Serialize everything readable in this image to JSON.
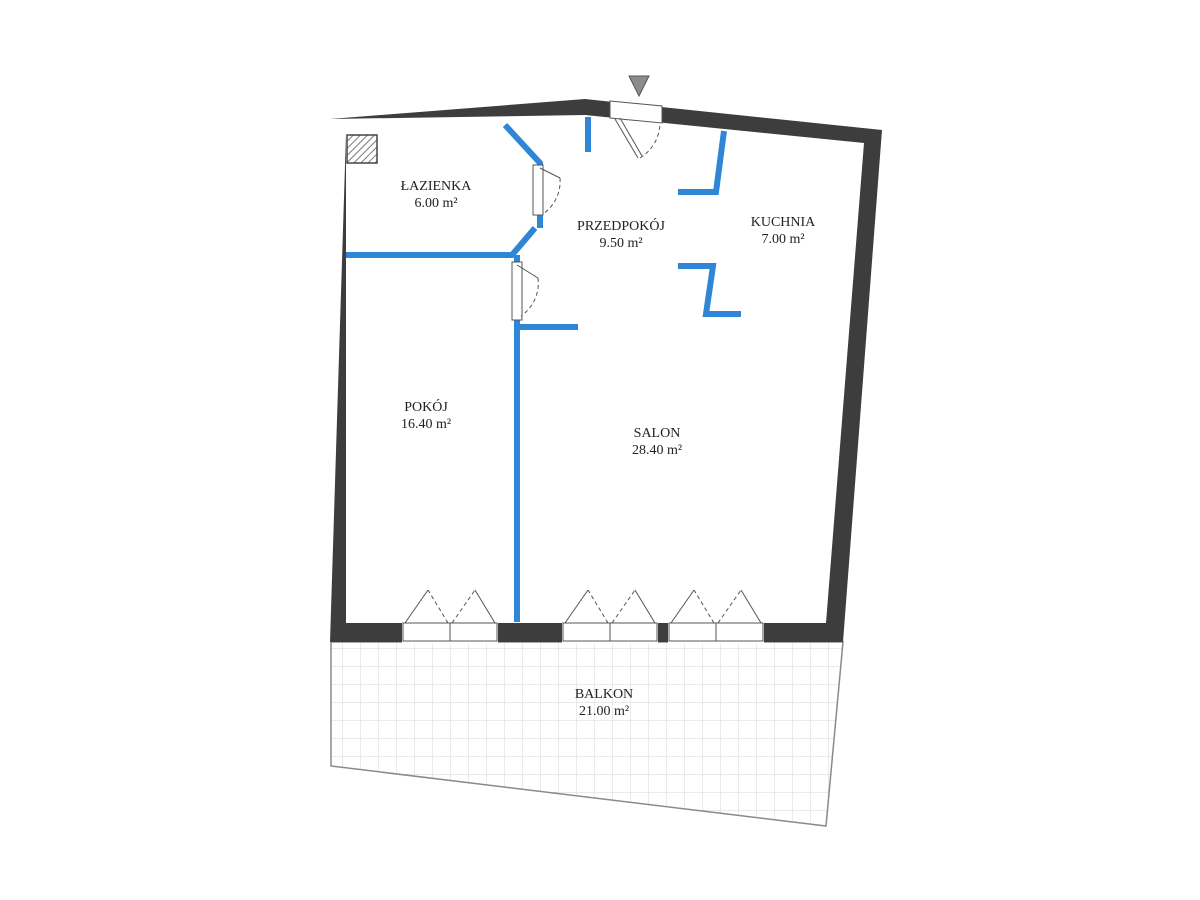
{
  "colors": {
    "outer_wall": "#3d3d3d",
    "inner_wall": "#2f86d6",
    "balcony_grid": "#d6d6d6",
    "balcony_edge": "#8a8a8a",
    "door_line": "#555555",
    "entry_marker": "#8c8c8c",
    "chimney_hatch": "#444444"
  },
  "icons": {
    "entry_marker": "entrance-triangle-icon",
    "ventilation": "ventilation-shaft-icon",
    "door": "door-swing-icon"
  },
  "rooms": {
    "lazienka": {
      "name": "ŁAZIENKA",
      "area": "6.00 m²"
    },
    "przedpokoj": {
      "name": "PRZEDPOKÓJ",
      "area": "9.50 m²"
    },
    "kuchnia": {
      "name": "KUCHNIA",
      "area": "7.00 m²"
    },
    "pokoj": {
      "name": "POKÓJ",
      "area": "16.40 m²"
    },
    "salon": {
      "name": "SALON",
      "area": "28.40 m²"
    },
    "balkon": {
      "name": "BALKON",
      "area": "21.00 m²"
    }
  }
}
